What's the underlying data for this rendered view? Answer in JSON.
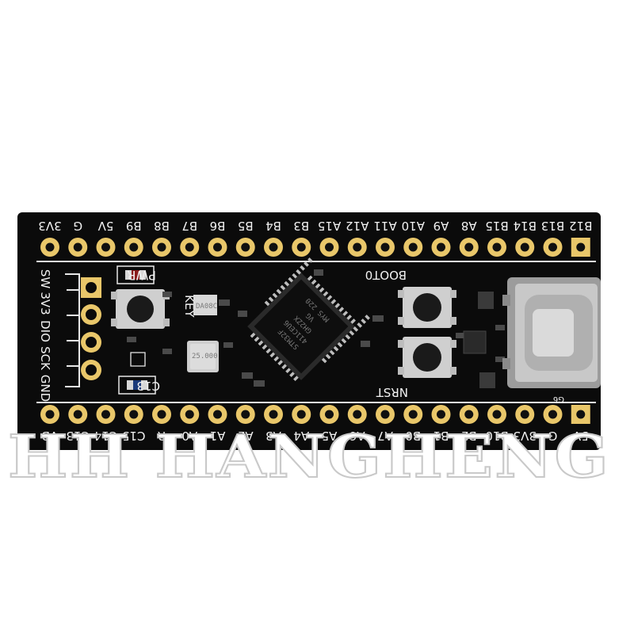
{
  "board": {
    "top_pins": [
      "B12",
      "B13",
      "B14",
      "B15",
      "A8",
      "A9",
      "A10",
      "A11",
      "A12",
      "A15",
      "B3",
      "B4",
      "B5",
      "B6",
      "B7",
      "B8",
      "B9",
      "5V",
      "G",
      "3V3"
    ],
    "bottom_pins": [
      "5V",
      "G",
      "3V3",
      "B10",
      "B2",
      "B1",
      "B0",
      "A7",
      "A6",
      "A5",
      "A4",
      "A3",
      "A2",
      "A1",
      "A0",
      "R",
      "C15",
      "C14",
      "C13",
      "VB"
    ],
    "swd_pins": [
      "SW",
      "3V3",
      "DIO",
      "SCK",
      "GND"
    ],
    "labels": {
      "pwr": "PWR",
      "key": "KEY",
      "c13": "C13",
      "boot0": "BOOT0",
      "nrst": "NRST",
      "g6": "G6"
    },
    "chip_marking": [
      "STM32F",
      "411CEU6",
      "GH2ZX",
      "VG",
      "MYS 220"
    ],
    "crystal_marking": "25.000",
    "regulator_marking": "DA08C",
    "colors": {
      "pcb": "#0b0b0b",
      "silkscreen": "#f2f2f2",
      "pad_ring": "#e9c76a",
      "pad_gold": "#f3dc8c"
    }
  },
  "watermark": {
    "text": "HH HANGHENG",
    "logo_lettering": "HH HANGHENG"
  }
}
